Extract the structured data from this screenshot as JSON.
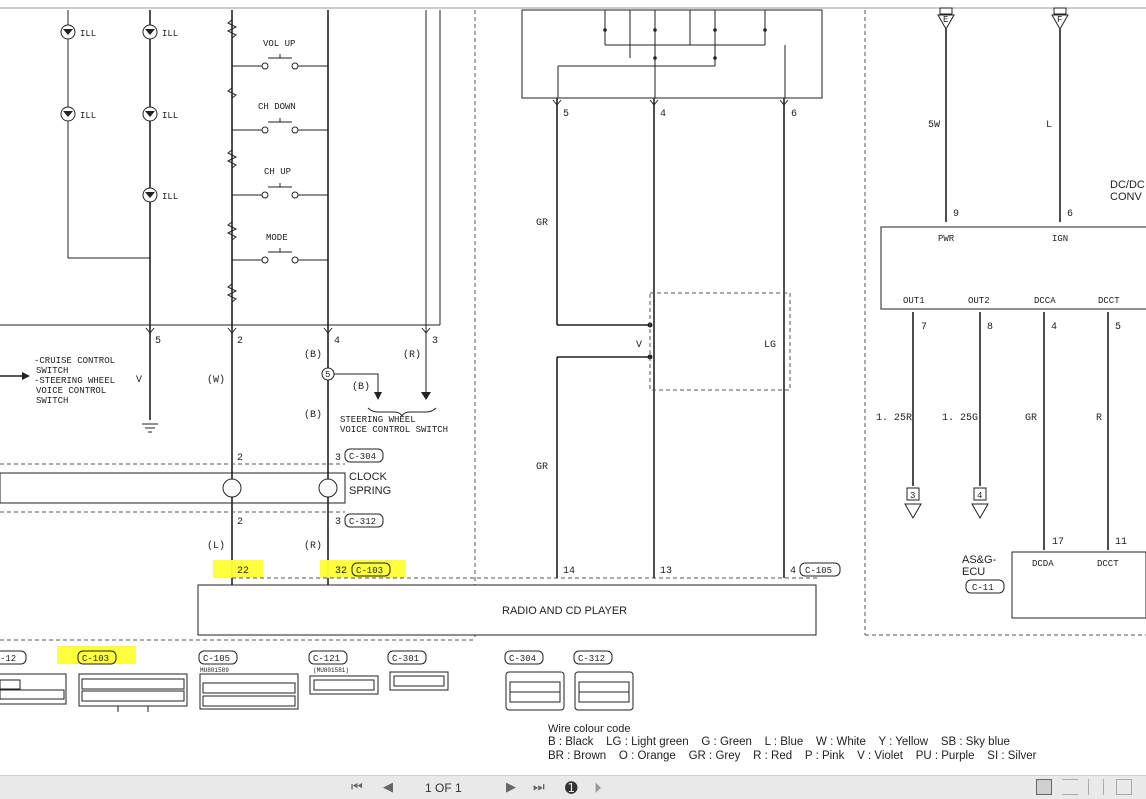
{
  "diagram": {
    "ill": "ILL",
    "switches": [
      "VOL UP",
      "CH DOWN",
      "CH UP",
      "MODE"
    ],
    "pins_top": {
      "p5": "5",
      "p2": "2",
      "p4": "4",
      "p3": "3"
    },
    "cruise_lines": [
      "-CRUISE CONTROL",
      "SWITCH",
      "-STEERING WHEEL",
      "VOICE CONTROL",
      "SWITCH"
    ],
    "wires_left": {
      "v": "V",
      "w": "(W)",
      "b1": "(B)",
      "r": "(R)",
      "b2": "(B)",
      "b3": "(B)",
      "l": "(L)",
      "r2": "(R)"
    },
    "circle5": "5",
    "svc_lines": [
      "STEERING WHEEL",
      "VOICE CONTROL SWITCH"
    ],
    "clock_spring": [
      "CLOCK",
      "SPRING"
    ],
    "cs_pins": {
      "a": "2",
      "b": "3",
      "c": "2",
      "d": "3"
    },
    "connectors": {
      "c304": "C-304",
      "c312": "C-312",
      "c103": "C-103",
      "c105": "C-105",
      "c11": "C-11",
      "c12": "-12",
      "c121": "C-121",
      "c301": "C-301"
    },
    "radio_pins": {
      "p22": "22",
      "p32": "32",
      "p14": "14",
      "p13": "13",
      "p4": "4"
    },
    "radio_label": "RADIO AND CD PLAYER",
    "mid_pins": {
      "p5": "5",
      "p4": "4",
      "p6": "6"
    },
    "mid_wires": {
      "gr1": "GR",
      "gr2": "GR",
      "v": "V",
      "lg": "LG"
    },
    "dcdc": {
      "top_wire_5w": "5W",
      "top_wire_l": "L",
      "pin9": "9",
      "pin6": "6",
      "pwr": "PWR",
      "ign": "IGN",
      "label": [
        "DC/DC",
        "CONV"
      ],
      "out1": "OUT1",
      "out2": "OUT2",
      "dcca": "DCCA",
      "dcct": "DCCT",
      "p7": "7",
      "p8": "8",
      "p4": "4",
      "p5": "5",
      "w1": "1. 25R",
      "w2": "1. 25G",
      "w3": "GR",
      "w4": "R",
      "f3": "3",
      "f4": "4",
      "p17": "17",
      "p11": "11",
      "dcda": "DCDA",
      "dcct2": "DCCT",
      "top_e": "E",
      "top_f": "F"
    },
    "ecu": [
      "AS&G-",
      "ECU"
    ],
    "part_nums": {
      "c105": "MU801589",
      "c121": "(MU801581)"
    },
    "legend_title": "Wire colour code",
    "legend_row1": "B : Black    LG : Light green    G : Green    L : Blue    W : White    Y : Yellow    SB : Sky blue",
    "legend_row2": "BR : Brown    O : Orange    GR : Grey    R : Red    P : Pink    V : Violet    PU : Purple    SI : Silver"
  },
  "toolbar": {
    "page_indicator": "1 OF 1",
    "first_icon": "first-page-icon",
    "prev_icon": "previous-page-icon",
    "next_icon": "next-page-icon",
    "last_icon": "last-page-icon",
    "back_icon": "back-circle-icon",
    "forward_icon": "forward-circle-icon"
  },
  "colors": {
    "highlight": "#ffff33",
    "ink": "#222222",
    "statusbar": "#e9e9e9"
  }
}
